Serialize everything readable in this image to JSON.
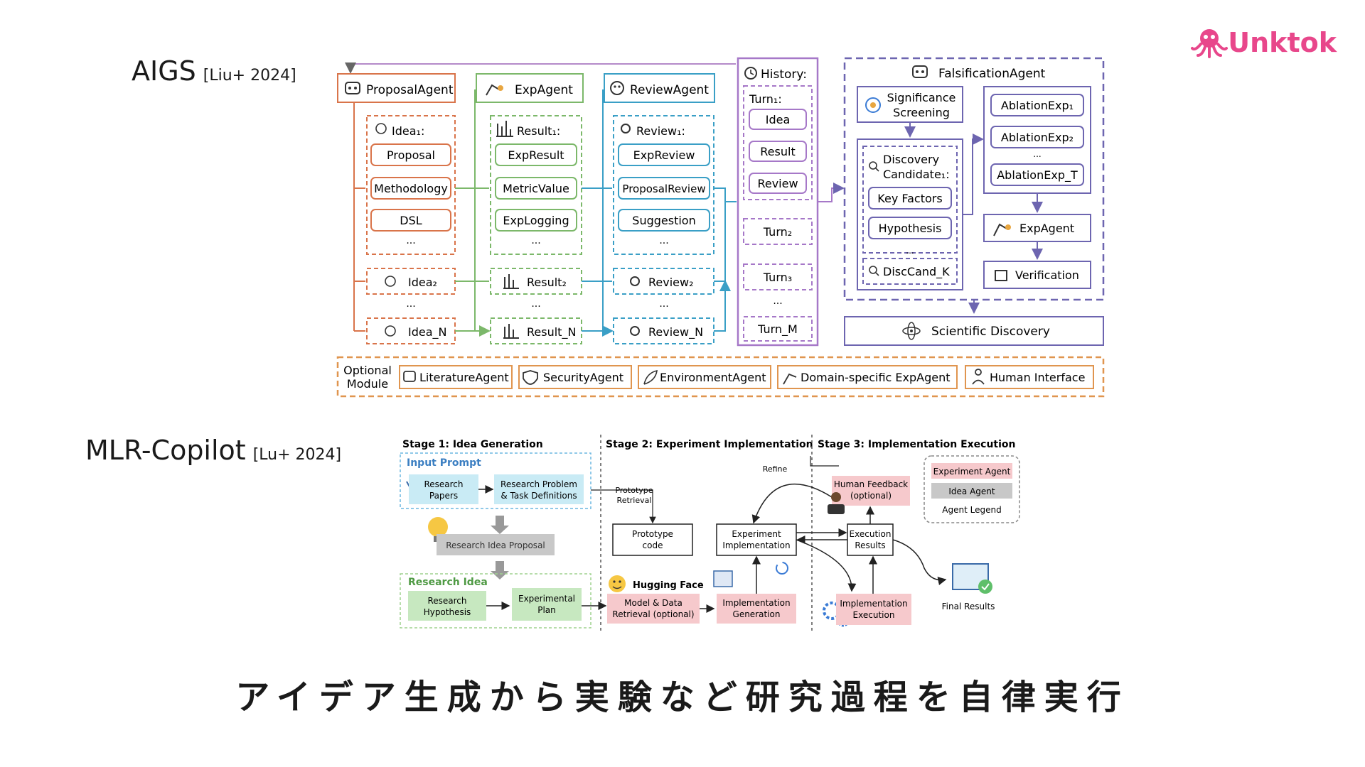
{
  "brand": {
    "name": "Unktok",
    "icon": "octopus-icon",
    "color": "#e8478b"
  },
  "caption": "アイデア生成から実験など研究過程を自律実行",
  "aigs": {
    "name": "AIGS",
    "cite": "[Liu+ 2024]",
    "proposal": {
      "title": "ProposalAgent",
      "idea1": "Idea₁:",
      "items": [
        "Proposal",
        "Methodology",
        "DSL"
      ],
      "ellipsis": "...",
      "idea2": "Idea₂",
      "ideaN": "Idea_N"
    },
    "exp": {
      "title": "ExpAgent",
      "result1": "Result₁:",
      "items": [
        "ExpResult",
        "MetricValue",
        "ExpLogging"
      ],
      "ellipsis": "...",
      "result2": "Result₂",
      "resultN": "Result_N"
    },
    "review": {
      "title": "ReviewAgent",
      "review1": "Review₁:",
      "items": [
        "ExpReview",
        "ProposalReview",
        "Suggestion"
      ],
      "ellipsis": "...",
      "review2": "Review₂",
      "reviewN": "Review_N"
    },
    "history": {
      "title": "History:",
      "turn1": "Turn₁:",
      "items": [
        "Idea",
        "Result",
        "Review"
      ],
      "turn2": "Turn₂",
      "turn3": "Turn₃",
      "ellipsis": "...",
      "turnM": "Turn_M"
    },
    "falsification": {
      "title": "FalsificationAgent",
      "screening": [
        "Significance",
        "Screening"
      ],
      "discovery": [
        "Discovery",
        "Candidate₁:"
      ],
      "disc_items": [
        "Key Factors",
        "Hypothesis"
      ],
      "ellipsis": "...",
      "disc_k": "DiscCand_K",
      "ablations": [
        "AblationExp₁",
        "AblationExp₂",
        "AblationExp_T"
      ],
      "exp_agent": "ExpAgent",
      "verification": "Verification"
    },
    "scientific": "Scientific Discovery",
    "optional": {
      "label": [
        "Optional",
        "Module"
      ],
      "items": [
        "LiteratureAgent",
        "SecurityAgent",
        "EnvironmentAgent",
        "Domain-specific ExpAgent",
        "Human Interface"
      ]
    }
  },
  "mlr": {
    "name": "MLR-Copilot",
    "cite": "[Lu+ 2024]",
    "stage1": "Stage 1: Idea Generation",
    "stage2": "Stage 2: Experiment Implementation",
    "stage3": "Stage 3: Implementation Execution",
    "input_prompt": "Input Prompt",
    "research_papers": [
      "Research",
      "Papers"
    ],
    "problem": [
      "Research Problem",
      "& Task Definitions"
    ],
    "idea_proposal": "Research Idea Proposal",
    "research_idea": "Research Idea",
    "hypothesis": [
      "Research",
      "Hypothesis"
    ],
    "plan": [
      "Experimental",
      "Plan"
    ],
    "prototype_retrieval": [
      "Prototype",
      "Retrieval"
    ],
    "prototype_code": [
      "Prototype",
      "code"
    ],
    "hugging_face": "Hugging Face",
    "model_data": [
      "Model & Data",
      "Retrieval (optional)"
    ],
    "impl_generation": [
      "Implementation",
      "Generation"
    ],
    "exp_impl": [
      "Experiment",
      "Implementation"
    ],
    "refine": "Refine",
    "human_feedback": [
      "Human Feedback",
      "(optional)"
    ],
    "exec_results": [
      "Execution",
      "Results"
    ],
    "impl_execution": [
      "Implementation",
      "Execution"
    ],
    "final_results": "Final Results",
    "legend": {
      "experiment": "Experiment Agent",
      "idea": "Idea Agent",
      "title": "Agent Legend"
    }
  },
  "colors": {
    "proposal": "#d9744a",
    "exp": "#7cb86a",
    "review": "#3a9fc6",
    "history": "#a678c8",
    "falsification": "#6d65b0",
    "optional": "#e0954f"
  }
}
